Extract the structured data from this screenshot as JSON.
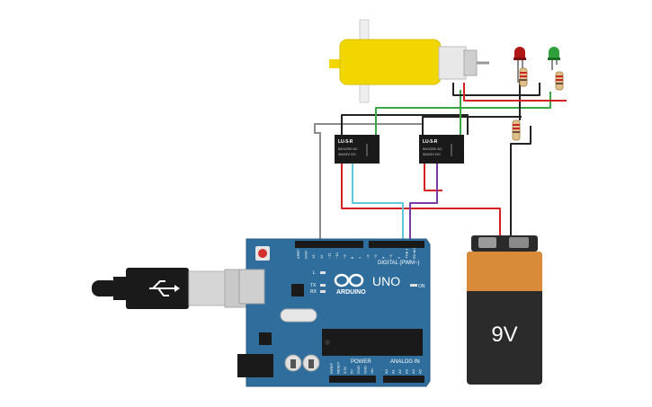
{
  "relay1": {
    "model": "LU-5-R",
    "line1": "5A/125V AC",
    "line2": "3A/24V DC"
  },
  "relay2": {
    "model": "LU-5-R",
    "line1": "5A/125V AC",
    "line2": "3A/24V DC"
  },
  "battery": {
    "label": "9V"
  },
  "arduino": {
    "brand": "ARDUINO",
    "model": "UNO",
    "digital_label": "DIGITAL (PWM~)",
    "pins_top": [
      "AREF",
      "GND",
      "13",
      "12",
      "~11",
      "~10",
      "~9",
      "8",
      "7",
      "~6",
      "~5",
      "4",
      "~3",
      "2",
      "TX►1",
      "RX◄0"
    ],
    "pin_label_l": "L",
    "pin_label_tx": "TX",
    "pin_label_rx": "RX",
    "pin_label_on": "ON",
    "power_label": "POWER",
    "analog_label": "ANALOG IN",
    "power_pins": [
      "IOREF",
      "RESET",
      "3.3V",
      "5V",
      "GND",
      "GND",
      "Vin"
    ],
    "analog_pins": [
      "A0",
      "A1",
      "A2",
      "A3",
      "A4",
      "A5"
    ]
  },
  "colors": {
    "wire_red": "#d42020",
    "wire_black": "#222222",
    "wire_green": "#3aa646",
    "wire_gray": "#8a8a8a",
    "wire_cyan": "#5ec8d8",
    "wire_purple": "#7c3aa6",
    "board": "#2f6e9c",
    "motor": "#f2d600",
    "battery_body": "#d98b3a"
  }
}
